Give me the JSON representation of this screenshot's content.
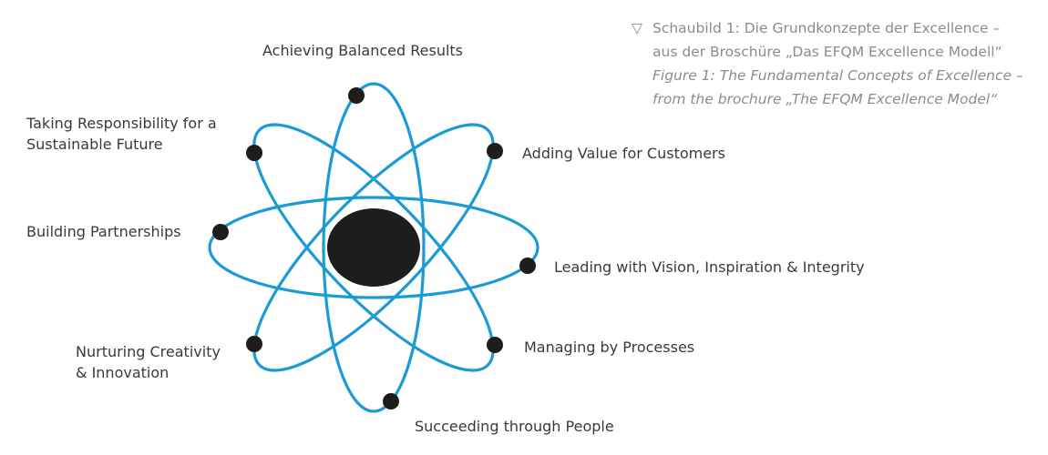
{
  "caption": {
    "line1": "Schaubild 1: Die Grundkonzepte der Excellence –",
    "line2": "aus der Broschüre „Das EFQM Excellence Modell“",
    "line3": "Figure 1: The Fundamental Concepts of Excellence –",
    "line4": "from the brochure „The EFQM Excellence Model“"
  },
  "concepts": {
    "balanced_results": "Achieving Balanced Results",
    "customer_value": "Adding Value for Customers",
    "leadership": "Leading with Vision, Inspiration & Integrity",
    "processes": "Managing by Processes",
    "people": "Succeeding through People",
    "creativity_line1": "Nurturing Creativity",
    "creativity_line2": "& Innovation",
    "partnerships": "Building Partnerships",
    "sustainability_line1": "Taking Responsibility for a",
    "sustainability_line2": "Sustainable Future"
  },
  "colors": {
    "orbit": "#1a9bd7",
    "nucleus": "#1d1d1b",
    "electron": "#1d1d1b",
    "label_text": "#3a3a3a",
    "caption_text": "#8c8c8c"
  }
}
